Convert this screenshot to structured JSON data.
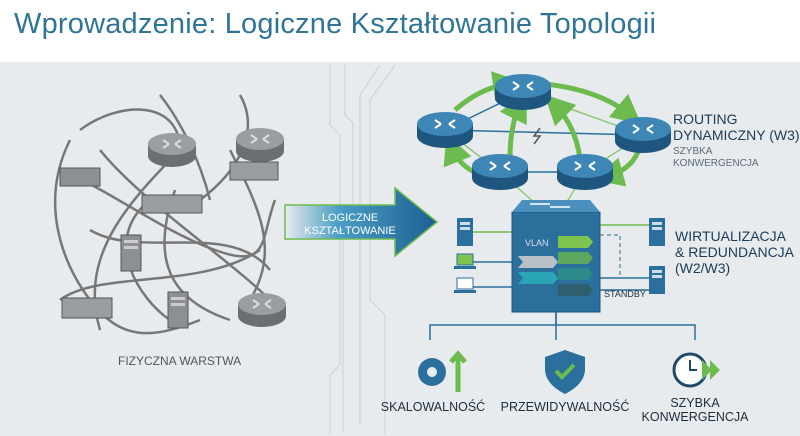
{
  "title": "Wprowadzenie: Logiczne Kształtowanie Topologii",
  "physical_label": "FIZYCZNA WARSTWA",
  "arrow_label": {
    "line1": "LOGICZNE",
    "line2": "KSZTAŁTOWANIE"
  },
  "routing": {
    "title1": "ROUTING",
    "title2": "DYNAMICZNY (W3)",
    "sub1": "SZYBKA",
    "sub2": "KONWERGENCJA"
  },
  "virt": {
    "title1": "WIRTUALIZACJA",
    "title2": "& REDUNDANCJA",
    "title3": "(W2/W3)",
    "vlan": "VLAN",
    "standby": "STANDBY"
  },
  "benefits": [
    {
      "label": "SKALOWALNOŚĆ",
      "icon": "gear-growth-icon"
    },
    {
      "label": "PRZEWIDYWALNOŚĆ",
      "icon": "shield-check-icon"
    },
    {
      "label1": "SZYBKA",
      "label2": "KONWERGENCJA",
      "icon": "clock-fast-icon"
    }
  ],
  "colors": {
    "title": "#2f7597",
    "router": "#2b6f9c",
    "green": "#6dbb4f",
    "teal": "#2aa5b5"
  }
}
